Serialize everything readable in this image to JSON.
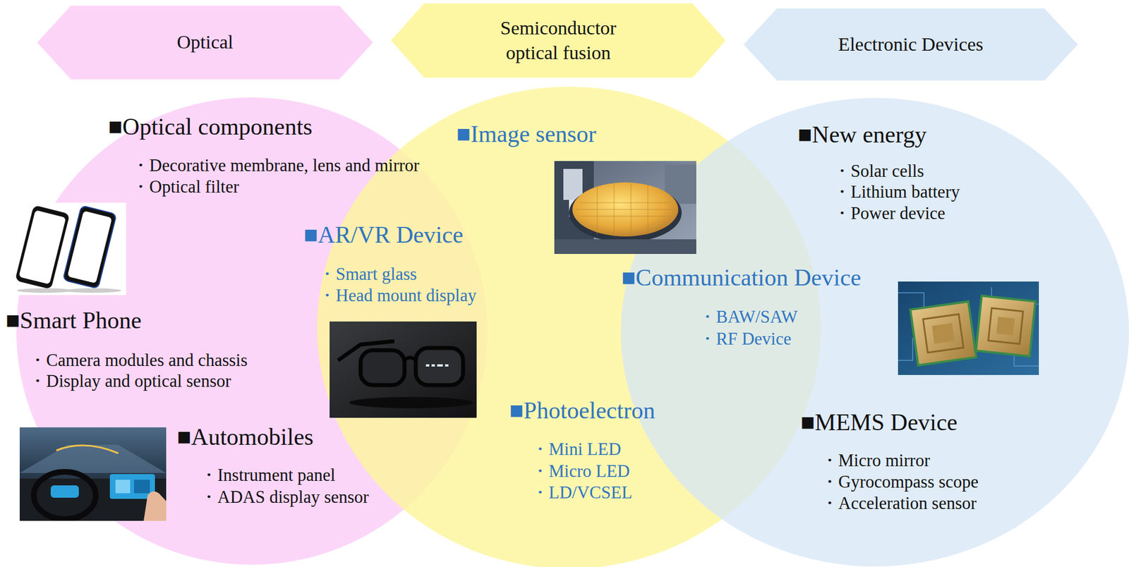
{
  "diagram": {
    "nodes": [
      {
        "text": [
          "Optical"
        ]
      },
      {
        "text": [
          "Semiconductor optical fusion"
        ]
      },
      {
        "text": [
          "Electronic Devices"
        ]
      }
    ],
    "labels": [
      "■Optical components",
      "・Decorative membrane, lens and mirror",
      "・Optical filter",
      "■Image sensor",
      "■New energy",
      "・Solar cells",
      "・Lithium battery",
      "・Power device",
      "■AR/VR Device",
      "・Smart glass",
      "・Head mount display",
      "■Communication Device",
      "・BAW/SAW",
      "・RF Device",
      "■Smart Phone",
      "・Camera modules and chassis",
      "・Display and optical sensor",
      "■Photoelectron",
      "・Mini LED",
      "・Micro LED",
      "・LD/VCSEL",
      "■Automobiles",
      "・Instrument panel",
      "・ADAS display sensor",
      "■MEMS Device",
      "・Micro mirror",
      "・Gyrocompass scope",
      "・Acceleration sensor"
    ]
  }
}
